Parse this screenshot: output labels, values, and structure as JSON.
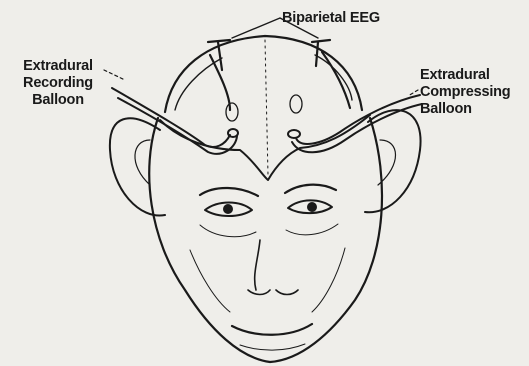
{
  "labels": {
    "biparietal_eeg": "Biparietal EEG",
    "recording_balloon": [
      "Extradural",
      "Recording",
      "Balloon"
    ],
    "compressing_balloon": [
      "Extradural",
      "Compressing",
      "Balloon"
    ]
  },
  "colors": {
    "ink": "#1a1a1a",
    "paper": "#efeeea"
  }
}
